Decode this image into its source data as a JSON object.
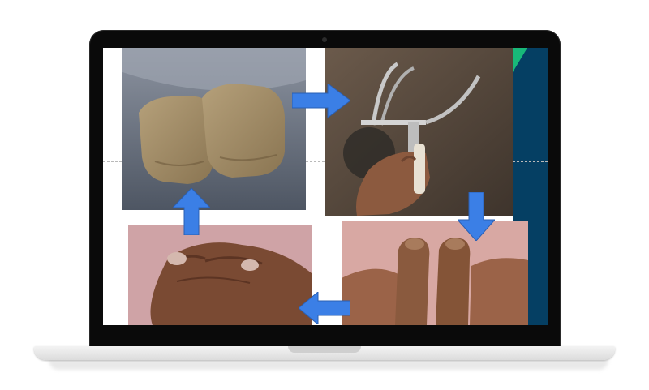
{
  "device": {
    "kind": "laptop",
    "screen_bg": "#ffffff"
  },
  "slide": {
    "side_panel_color": "#053f63",
    "accent_color": "#18b879",
    "arrow_color": "#3b7fe6"
  },
  "photos": [
    {
      "name": "silicone-finger-caps-photo",
      "description_icon": "finger-prosthesis-molds"
    },
    {
      "name": "metal-tool-photo",
      "description_icon": "hand-holding-tool"
    },
    {
      "name": "finished-finger-prosthesis-photo",
      "description_icon": "prosthetic-fingers"
    },
    {
      "name": "hand-before-photo",
      "description_icon": "hand-with-missing-finger-tips"
    }
  ],
  "arrows": [
    {
      "name": "arrow-right-icon",
      "direction": "right"
    },
    {
      "name": "arrow-down-icon",
      "direction": "down"
    },
    {
      "name": "arrow-left-icon",
      "direction": "left"
    },
    {
      "name": "arrow-up-icon",
      "direction": "up"
    }
  ]
}
